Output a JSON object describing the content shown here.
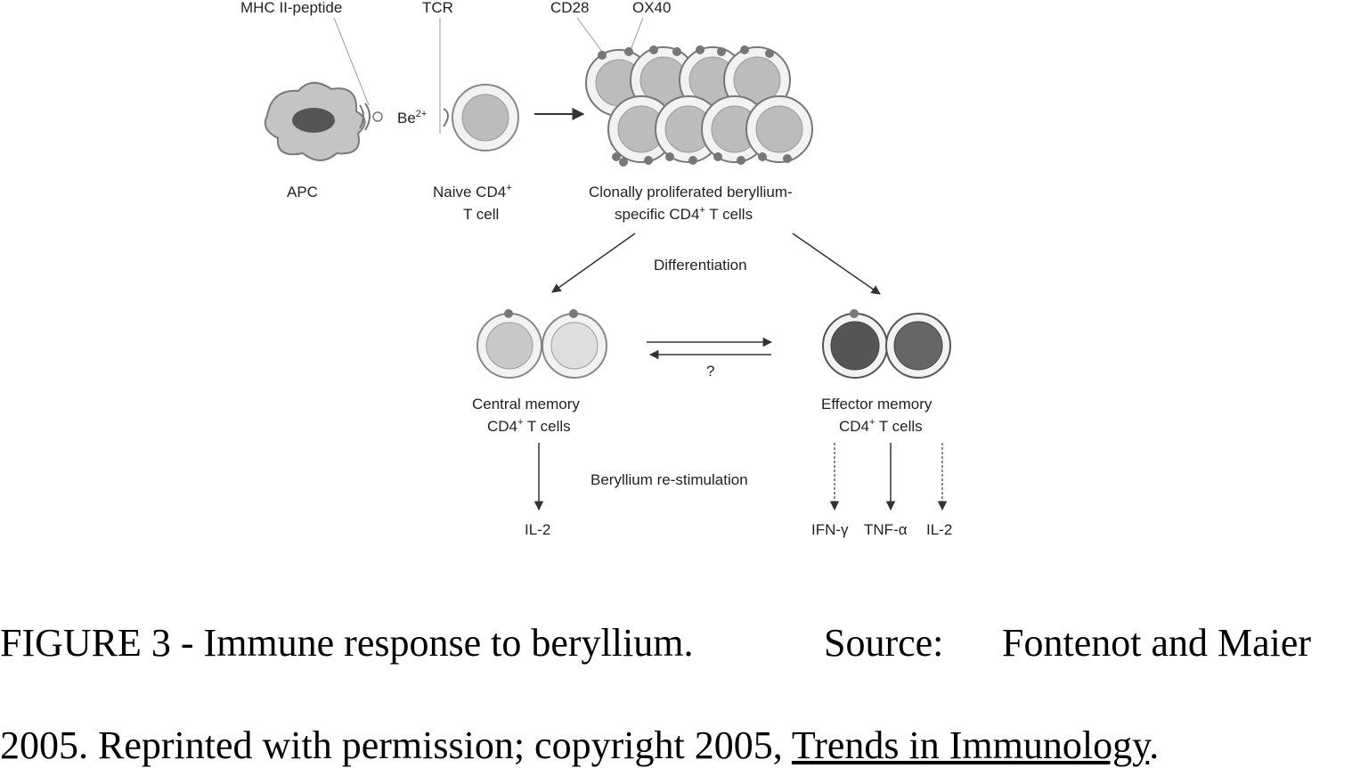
{
  "labels": {
    "mhc": "MHC II-peptide",
    "tcr": "TCR",
    "cd28": "CD28",
    "ox40": "OX40",
    "be": "Be",
    "be_sup": "2+",
    "apc": "APC",
    "naive_1": "Naive CD4",
    "naive_sup": "+",
    "naive_2": "T cell",
    "clonal_1": "Clonally proliferated beryllium-",
    "clonal_2": "specific CD4",
    "clonal_sup": "+",
    "clonal_2b": " T cells",
    "differentiation": "Differentiation",
    "question": "?",
    "central_1": "Central memory",
    "central_2": "CD4",
    "central_sup": "+",
    "central_2b": " T cells",
    "effector_1": "Effector memory",
    "effector_2": "CD4",
    "effector_sup": "+",
    "effector_2b": " T cells",
    "restim": "Beryllium re-stimulation",
    "il2_central": "IL-2",
    "ifn": "IFN-γ",
    "tnf": "TNF-α",
    "il2_effector": "IL-2"
  },
  "caption": {
    "line1_main": "FIGURE 3 - Immune response to beryllium.",
    "line1_source": "Source:",
    "line1_authors": "Fontenot and Maier",
    "line2_pre": "2005. Reprinted with permission; copyright 2005, ",
    "line2_journal": "Trends in Immunology",
    "line2_post": "."
  }
}
